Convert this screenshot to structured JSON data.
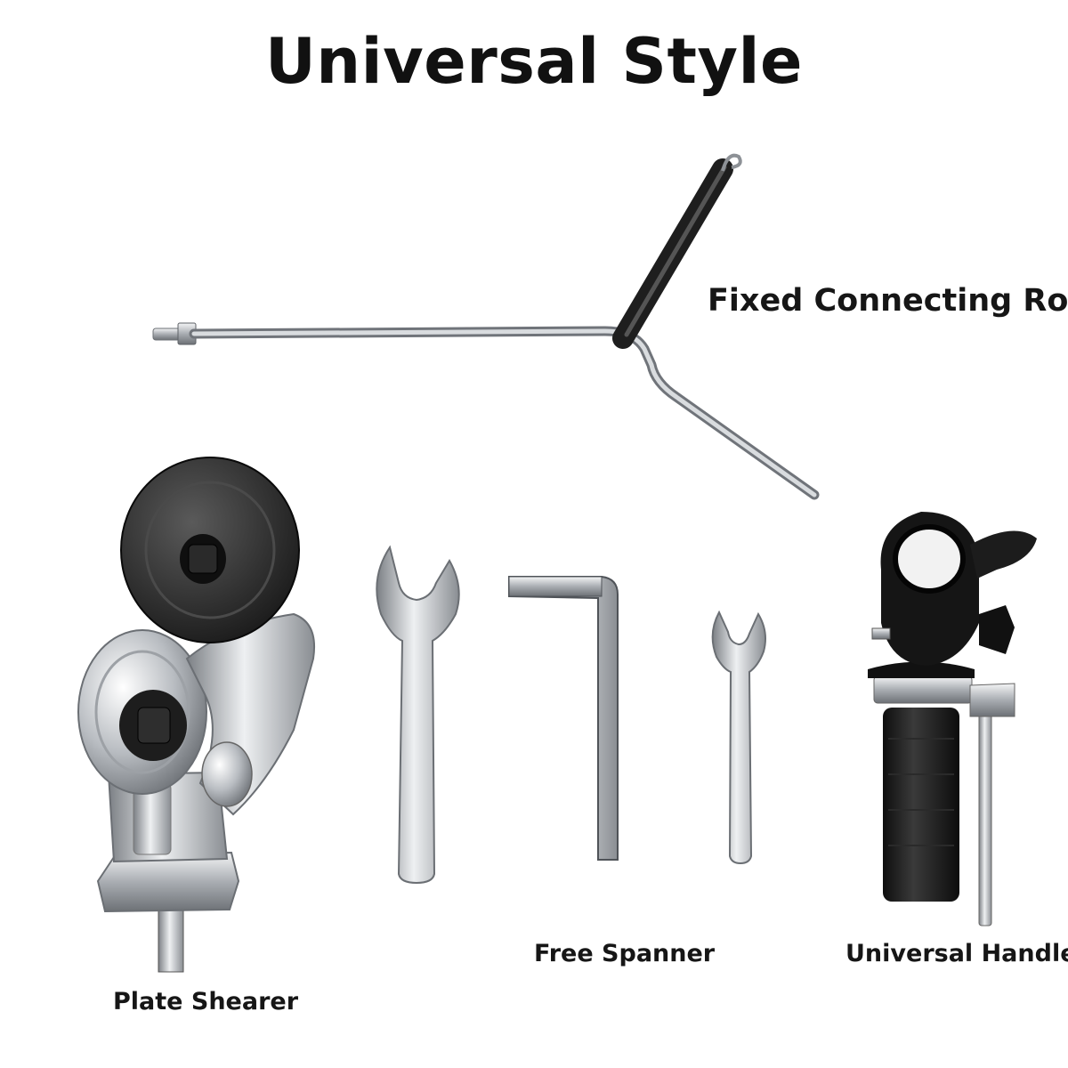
{
  "title": "Universal Style",
  "labels": {
    "rod": "Fixed Connecting Rod",
    "shearer": "Plate Shearer",
    "spanner": "Free Spanner",
    "handle": "Universal Handle"
  },
  "colors": {
    "background": "#ffffff",
    "text": "#111111",
    "metal": "#b9bcc0",
    "black_plastic": "#1a1a1a"
  }
}
